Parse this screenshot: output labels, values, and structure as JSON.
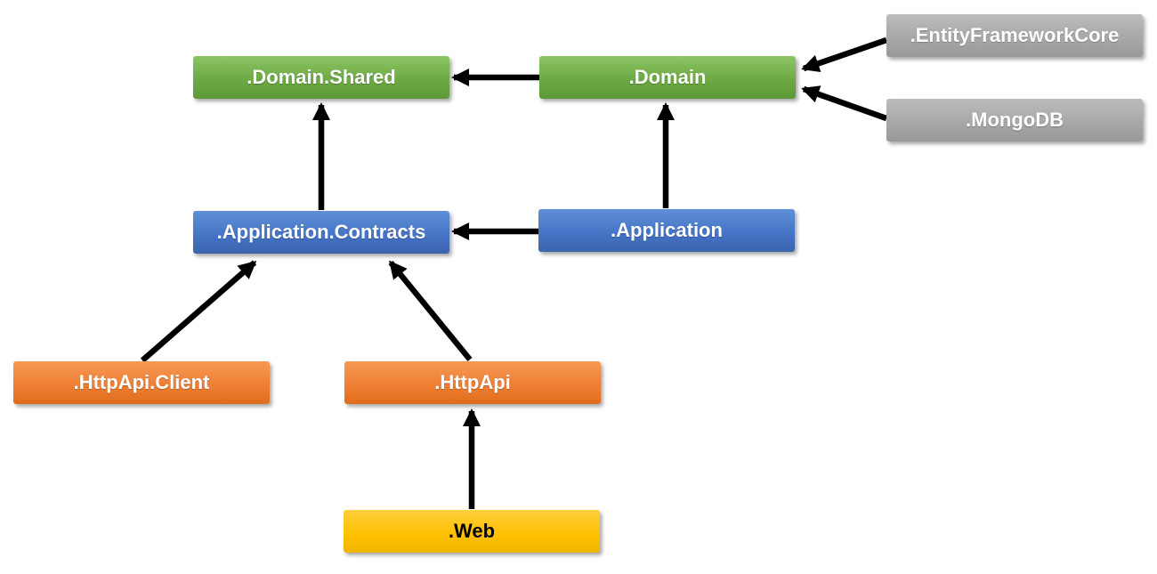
{
  "diagram": {
    "type": "dependency-diagram",
    "background_color": "#FFFFFF",
    "arrow_color": "#000000"
  },
  "nodes": [
    {
      "id": "domain-shared",
      "label": ".Domain.Shared",
      "color": "#70AD47",
      "text_color": "#FFFFFF"
    },
    {
      "id": "domain",
      "label": ".Domain",
      "color": "#70AD47",
      "text_color": "#FFFFFF"
    },
    {
      "id": "entity-framework-core",
      "label": ".EntityFrameworkCore",
      "color": "#A6A6A6",
      "text_color": "#FFFFFF"
    },
    {
      "id": "mongodb",
      "label": ".MongoDB",
      "color": "#A6A6A6",
      "text_color": "#FFFFFF"
    },
    {
      "id": "application-contracts",
      "label": ".Application.Contracts",
      "color": "#4472C4",
      "text_color": "#FFFFFF"
    },
    {
      "id": "application",
      "label": ".Application",
      "color": "#4472C4",
      "text_color": "#FFFFFF"
    },
    {
      "id": "httpapi-client",
      "label": ".HttpApi.Client",
      "color": "#ED7D31",
      "text_color": "#FFFFFF"
    },
    {
      "id": "httpapi",
      "label": ".HttpApi",
      "color": "#ED7D31",
      "text_color": "#FFFFFF"
    },
    {
      "id": "web",
      "label": ".Web",
      "color": "#FFC000",
      "text_color": "#000000"
    }
  ],
  "edges": [
    {
      "from": "domain",
      "to": "domain-shared"
    },
    {
      "from": "application-contracts",
      "to": "domain-shared"
    },
    {
      "from": "application",
      "to": "domain"
    },
    {
      "from": "application",
      "to": "application-contracts"
    },
    {
      "from": "entity-framework-core",
      "to": "domain"
    },
    {
      "from": "mongodb",
      "to": "domain"
    },
    {
      "from": "httpapi-client",
      "to": "application-contracts"
    },
    {
      "from": "httpapi",
      "to": "application-contracts"
    },
    {
      "from": "web",
      "to": "httpapi"
    }
  ]
}
